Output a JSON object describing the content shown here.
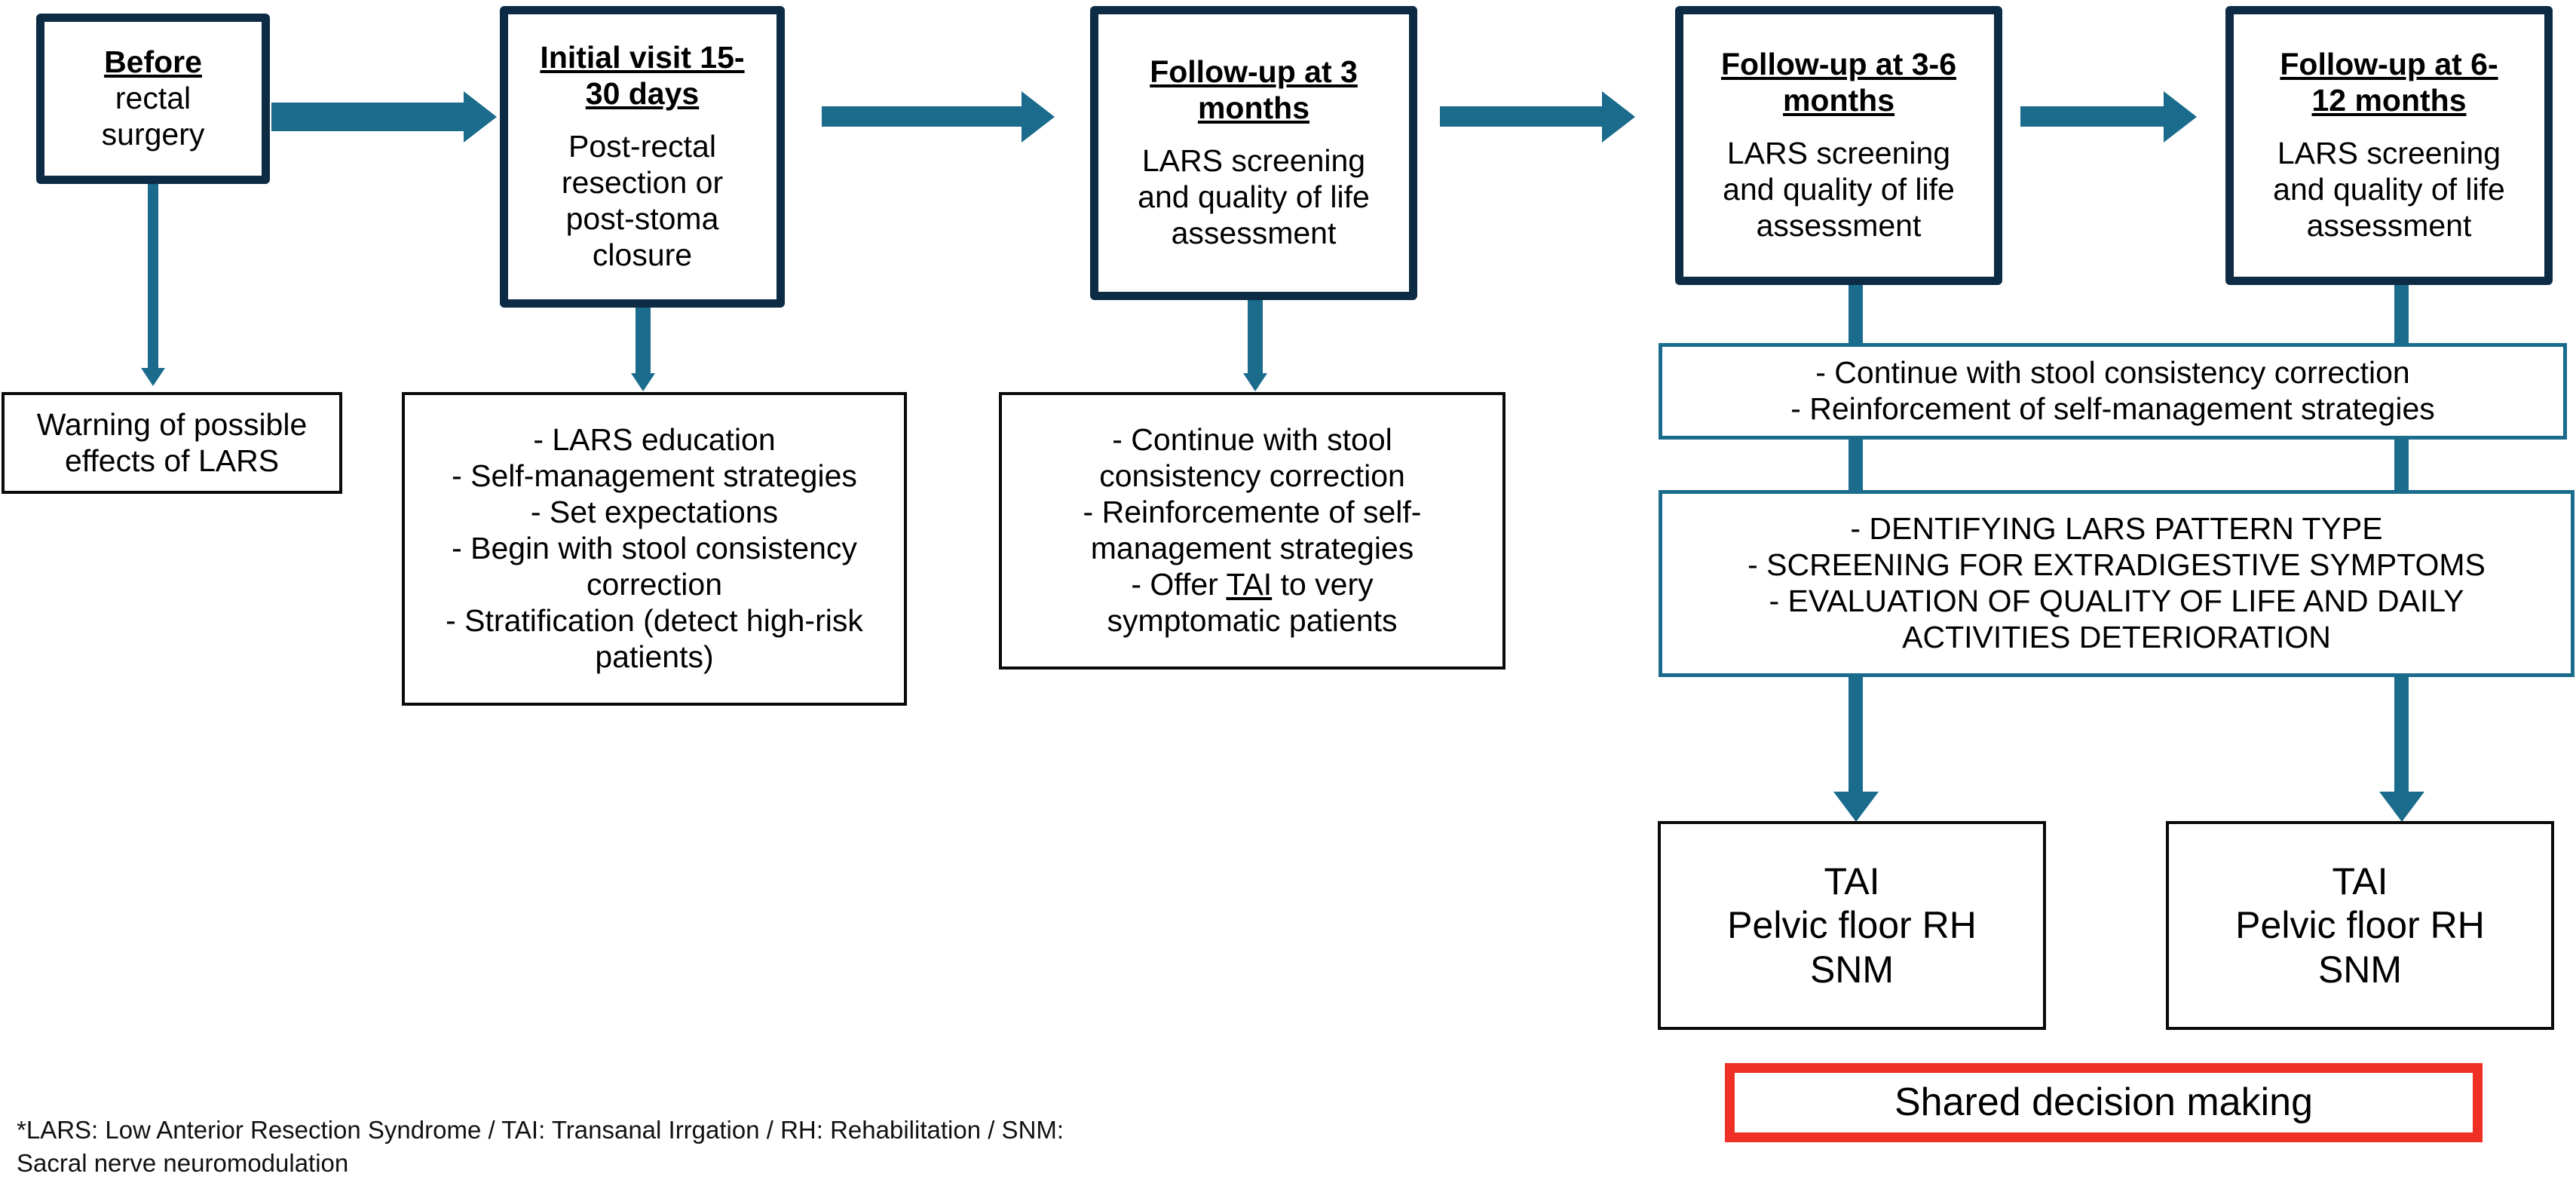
{
  "diagram": {
    "colors": {
      "navy_border": "#0d2b45",
      "teal_accent": "#1a6b8c",
      "red_border": "#ee3124",
      "thin_border": "#0a0a0a",
      "background": "#ffffff"
    },
    "timeline_boxes": [
      {
        "id": "before-rectal-surgery",
        "title": "Before",
        "body": "rectal\nsurgery"
      },
      {
        "id": "initial-visit",
        "title": "Initial visit 15-\n30 days",
        "body": "Post-rectal\nresection or\npost-stoma\nclosure"
      },
      {
        "id": "followup-3-months",
        "title": "Follow-up at 3\nmonths",
        "body": "LARS screening\nand quality of life\nassessment"
      },
      {
        "id": "followup-3-6-months",
        "title": "Follow-up at 3-6\nmonths",
        "body": "LARS screening\nand quality of life\nassessment"
      },
      {
        "id": "followup-6-12-months",
        "title": "Follow-up at 6-\n12 months",
        "body": "LARS screening\nand quality of life\nassessment"
      }
    ],
    "action_boxes": [
      {
        "id": "warning-effects",
        "text": "Warning of possible\neffects of LARS"
      },
      {
        "id": "initial-visit-actions",
        "text": "- LARS education\n- Self-management strategies\n- Set expectations\n- Begin with stool consistency\ncorrection\n- Stratification (detect high-risk\npatients)"
      },
      {
        "id": "three-month-actions",
        "text_before_tai": "- Continue with stool\nconsistency correction\n-   Reinforcemente of self-\nmanagement strategies\n-   Offer ",
        "tai_label": "TAI",
        "text_after_tai": " to very\nsymptomatic patients"
      }
    ],
    "shared_boxes": [
      {
        "id": "continue-reinforcement",
        "text": "- Continue with stool consistency correction\n- Reinforcement of self-management strategies"
      },
      {
        "id": "identify-screen-evaluate",
        "text": "- DENTIFYING LARS PATTERN TYPE\n- SCREENING FOR EXTRADIGESTIVE SYMPTOMS\n- EVALUATION OF QUALITY OF LIFE AND DAILY\nACTIVITIES DETERIORATION"
      }
    ],
    "treatment_boxes": [
      {
        "id": "treatment-left",
        "text": "TAI\nPelvic floor RH\nSNM"
      },
      {
        "id": "treatment-right",
        "text": "TAI\nPelvic floor RH\nSNM"
      }
    ],
    "shared_decision": {
      "id": "shared-decision-making",
      "text": "Shared decision making"
    },
    "footnote": "*LARS: Low Anterior Resection Syndrome / TAI: Transanal Irrgation / RH: Rehabilitation / SNM:\nSacral nerve neuromodulation"
  }
}
